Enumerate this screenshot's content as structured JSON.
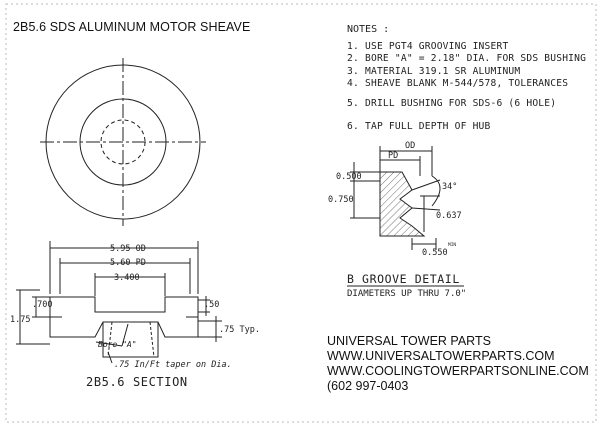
{
  "title": "2B5.6 SDS ALUMINUM MOTOR SHEAVE",
  "notes": {
    "heading": "NOTES :",
    "items": [
      {
        "num": "1.",
        "text": "USE PGT4 GROOVING INSERT"
      },
      {
        "num": "2.",
        "text": "BORE \"A\" = 2.18\" DIA. FOR SDS BUSHING"
      },
      {
        "num": "3.",
        "text": "MATERIAL 319.1 SR ALUMINUM"
      },
      {
        "num": "4.",
        "text": "SHEAVE BLANK M-544/578, TOLERANCES"
      },
      {
        "num": "5.",
        "text": "DRILL BUSHING FOR SDS-6 (6 HOLE)"
      },
      {
        "num": "6.",
        "text": "TAP FULL DEPTH OF HUB"
      }
    ]
  },
  "section": {
    "dims": {
      "od": "5.95 OD",
      "pd": "5.60 PD",
      "hub": "3.400",
      "left_height": ".700",
      "total_height": "1.75",
      "right_top": ".50",
      "right_typ": ".75 Typ."
    },
    "bore_label": "Bore \"A\"",
    "taper_label": ".75 In/Ft taper on Dia.",
    "caption": "2B5.6 SECTION"
  },
  "groove": {
    "od": "OD",
    "pd": "PD",
    "d1": "0.500",
    "d2": "0.750",
    "angle": "34°",
    "depth": "0.637",
    "width": "0.550",
    "width_sup": "MIN",
    "caption": "B GROOVE DETAIL",
    "subcaption": "DIAMETERS UP THRU 7.0\""
  },
  "company": {
    "name": "UNIVERSAL TOWER PARTS",
    "url1": "WWW.UNIVERSALTOWERPARTS.COM",
    "url2": "WWW.COOLINGTOWERPARTSONLINE.COM",
    "phone": "(602 997-0403"
  }
}
